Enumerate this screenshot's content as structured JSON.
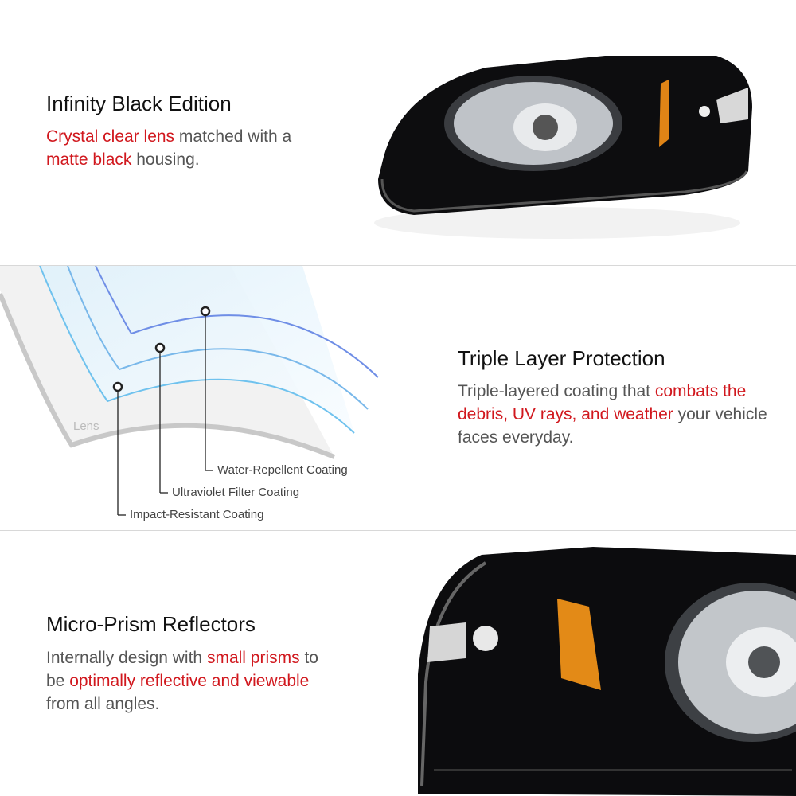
{
  "sections": [
    {
      "title": "Infinity Black Edition",
      "body": [
        {
          "text": "Crystal clear lens",
          "highlight": true
        },
        {
          "text": " matched with a ",
          "highlight": false
        },
        {
          "text": "matte black",
          "highlight": true
        },
        {
          "text": " housing.",
          "highlight": false
        }
      ]
    },
    {
      "title": "Triple Layer Protection",
      "body": [
        {
          "text": "Triple-layered coating that ",
          "highlight": false
        },
        {
          "text": "combats the debris, UV rays, and weather",
          "highlight": true
        },
        {
          "text": " your vehicle faces everyday.",
          "highlight": false
        }
      ],
      "diagram": {
        "lens_label": "Lens",
        "callouts": [
          "Water-Repellent Coating",
          "Ultraviolet Filter Coating",
          "Impact-Resistant Coating"
        ]
      }
    },
    {
      "title": "Micro-Prism Reflectors",
      "body": [
        {
          "text": "Internally design with ",
          "highlight": false
        },
        {
          "text": "small prisms",
          "highlight": true
        },
        {
          "text": " to be ",
          "highlight": false
        },
        {
          "text": "optimally reflective and viewable",
          "highlight": true
        },
        {
          "text": " from all angles.",
          "highlight": false
        }
      ]
    }
  ],
  "colors": {
    "highlight": "#d1181e",
    "text": "#555555",
    "title": "#111111"
  }
}
